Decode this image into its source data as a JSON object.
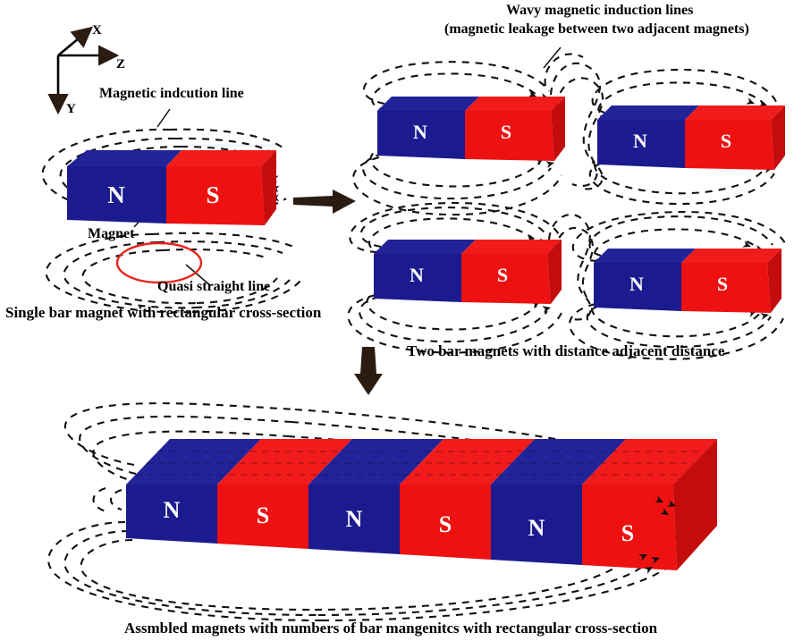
{
  "figure": {
    "title_alt": "Schematic of magnetic induction lines around bar magnets",
    "background": "#ffffff"
  },
  "colors": {
    "north_blue": "#1b1b8f",
    "north_blue_top": "#232399",
    "north_blue_side": "#14146e",
    "south_red": "#ee1111",
    "south_red_top": "#f21b1b",
    "south_red_side": "#c40c0c",
    "field_line": "#111111",
    "highlight_ellipse": "#e8241b",
    "arrow_block": "#2b1b10",
    "pole_text": "#ffffff"
  },
  "axes": {
    "name": "coordinate-axes",
    "labels": {
      "x": "X",
      "y": "Y",
      "z": "Z"
    }
  },
  "annotations": {
    "magnetic_induction_line": "Magnetic indcution line",
    "magnet": "Magnet",
    "quasi_straight_line": "Quasi straight line",
    "wavy_line_1": "Wavy magnetic induction lines",
    "wavy_line_2": "(magnetic leakage between two adjacent magnets)"
  },
  "captions": {
    "single": "Single bar magnet with rectangular cross-section",
    "two": "Two bar magnets with distance adjacent distance",
    "assembled": "Assmbled magnets with numbers of bar mangenitcs with rectangular cross-section"
  },
  "poles": {
    "north": "N",
    "south": "S"
  },
  "panels": [
    {
      "id": "panel-single-magnet",
      "name": "single-bar-magnet-panel",
      "caption_key": "single",
      "magnets": [
        {
          "id": "magnet-single",
          "segments": [
            "N",
            "S"
          ]
        }
      ]
    },
    {
      "id": "panel-two-magnets-top",
      "name": "two-bar-magnets-top-row",
      "magnets": [
        {
          "id": "magnet-top-left",
          "segments": [
            "N",
            "S"
          ]
        },
        {
          "id": "magnet-top-right",
          "segments": [
            "N",
            "S"
          ]
        }
      ]
    },
    {
      "id": "panel-two-magnets-bottom",
      "name": "two-bar-magnets-bottom-row",
      "caption_key": "two",
      "magnets": [
        {
          "id": "magnet-mid-left",
          "segments": [
            "N",
            "S"
          ]
        },
        {
          "id": "magnet-mid-right",
          "segments": [
            "N",
            "S"
          ]
        }
      ]
    },
    {
      "id": "panel-assembled",
      "name": "assembled-magnets-panel",
      "caption_key": "assembled",
      "magnets": [
        {
          "id": "magnet-assembled",
          "segments": [
            "N",
            "S",
            "N",
            "S",
            "N",
            "S"
          ]
        }
      ]
    }
  ],
  "flow_arrows": [
    {
      "name": "flow-arrow-right",
      "direction": "right"
    },
    {
      "name": "flow-arrow-down",
      "direction": "down"
    }
  ]
}
